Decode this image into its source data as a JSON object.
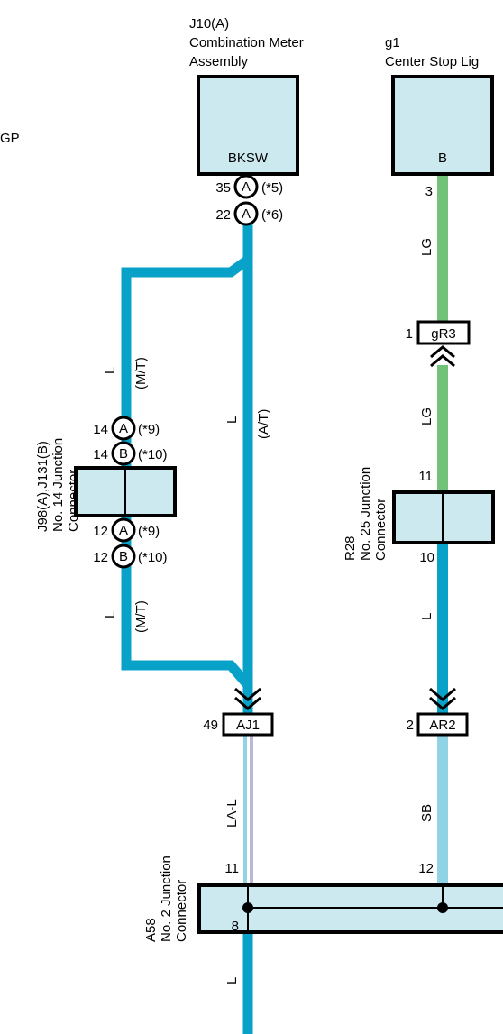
{
  "colors": {
    "wire_l": "#08a2c8",
    "wire_lg": "#72c27a",
    "wire_sb": "#8fd3e4",
    "wire_la_l_a": "#8fd3e4",
    "wire_la_l_b": "#b9b6d8",
    "box_fill": "#cde9f0",
    "stroke": "#000000"
  },
  "labels": {
    "gp": "GP",
    "j10_line1": "J10(A)",
    "j10_line2": "Combination Meter",
    "j10_line3": "Assembly",
    "j10_term": "BKSW",
    "g1_line1": "g1",
    "g1_line2": "Center Stop Lig",
    "g1_term": "B",
    "j98_line1": "J98(A),J131(B)",
    "j98_line2": "No. 14 Junction",
    "j98_line3": "Connector",
    "r28_line1": "R28",
    "r28_line2": "No. 25 Junction",
    "r28_line3": "Connector",
    "a58_line1": "A58",
    "a58_line2": "No. 2 Junction",
    "a58_line3": "Connector"
  },
  "pins": {
    "j10_a35": "35",
    "j10_a22": "22",
    "g1_3": "3",
    "gr3_1": "1",
    "r28_11": "11",
    "r28_10": "10",
    "j98_14a": "14",
    "j98_14b": "14",
    "j98_12a": "12",
    "j98_12b": "12",
    "aj1_49": "49",
    "ar2_2": "2",
    "a58_11": "11",
    "a58_12": "12",
    "a58_8": "8"
  },
  "circles": {
    "a": "A",
    "b": "B"
  },
  "notes": {
    "n5": "(*5)",
    "n6": "(*6)",
    "n9a": "(*9)",
    "n10a": "(*10)",
    "n9b": "(*9)",
    "n10b": "(*10)"
  },
  "connectors": {
    "gr3": "gR3",
    "aj1": "AJ1",
    "ar2": "AR2"
  },
  "wires": {
    "lg_top": "LG",
    "lg_mid": "LG",
    "l_r28": "L",
    "sb": "SB",
    "la_l": "LA-L",
    "l_bottom": "L",
    "l_mt_top": "L",
    "mt_top": "(M/T)",
    "l_mt_bottom": "L",
    "mt_bottom": "(M/T)",
    "l_at": "L",
    "at": "(A/T)"
  }
}
